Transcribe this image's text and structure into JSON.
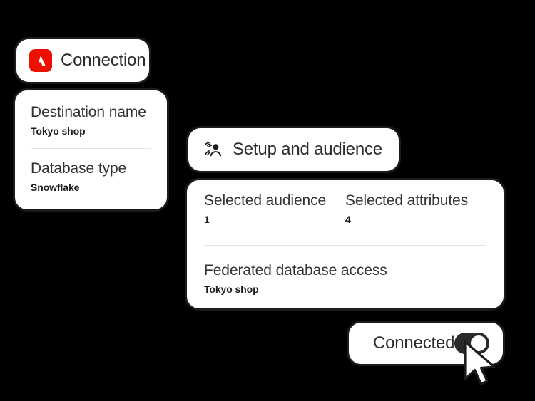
{
  "theme": {
    "background": "#000000",
    "card_background": "#ffffff",
    "card_border": "#1b1b1b",
    "adobe_red": "#EB1000",
    "toggle_on": "#2a2a2a",
    "divider": "#e4e4e4",
    "text": "#33332f"
  },
  "connection_chip": {
    "icon": "adobe-logo-icon",
    "label": "Connection"
  },
  "destination_card": {
    "fields": [
      {
        "label": "Destination name",
        "value": "Tokyo shop"
      },
      {
        "label": "Database type",
        "value": "Snowflake"
      }
    ]
  },
  "setup_chip": {
    "icon": "audience-group-icon",
    "label": "Setup and audience"
  },
  "audience_card": {
    "stats": [
      {
        "label": "Selected audience",
        "value": "1"
      },
      {
        "label": "Selected attributes",
        "value": "4"
      }
    ],
    "federated": {
      "label": "Federated database access",
      "value": "Tokyo shop"
    }
  },
  "connected_card": {
    "label": "Connected",
    "toggle": {
      "name": "connection-toggle",
      "state": "on"
    }
  },
  "cursor": {
    "icon": "mouse-pointer-icon"
  }
}
